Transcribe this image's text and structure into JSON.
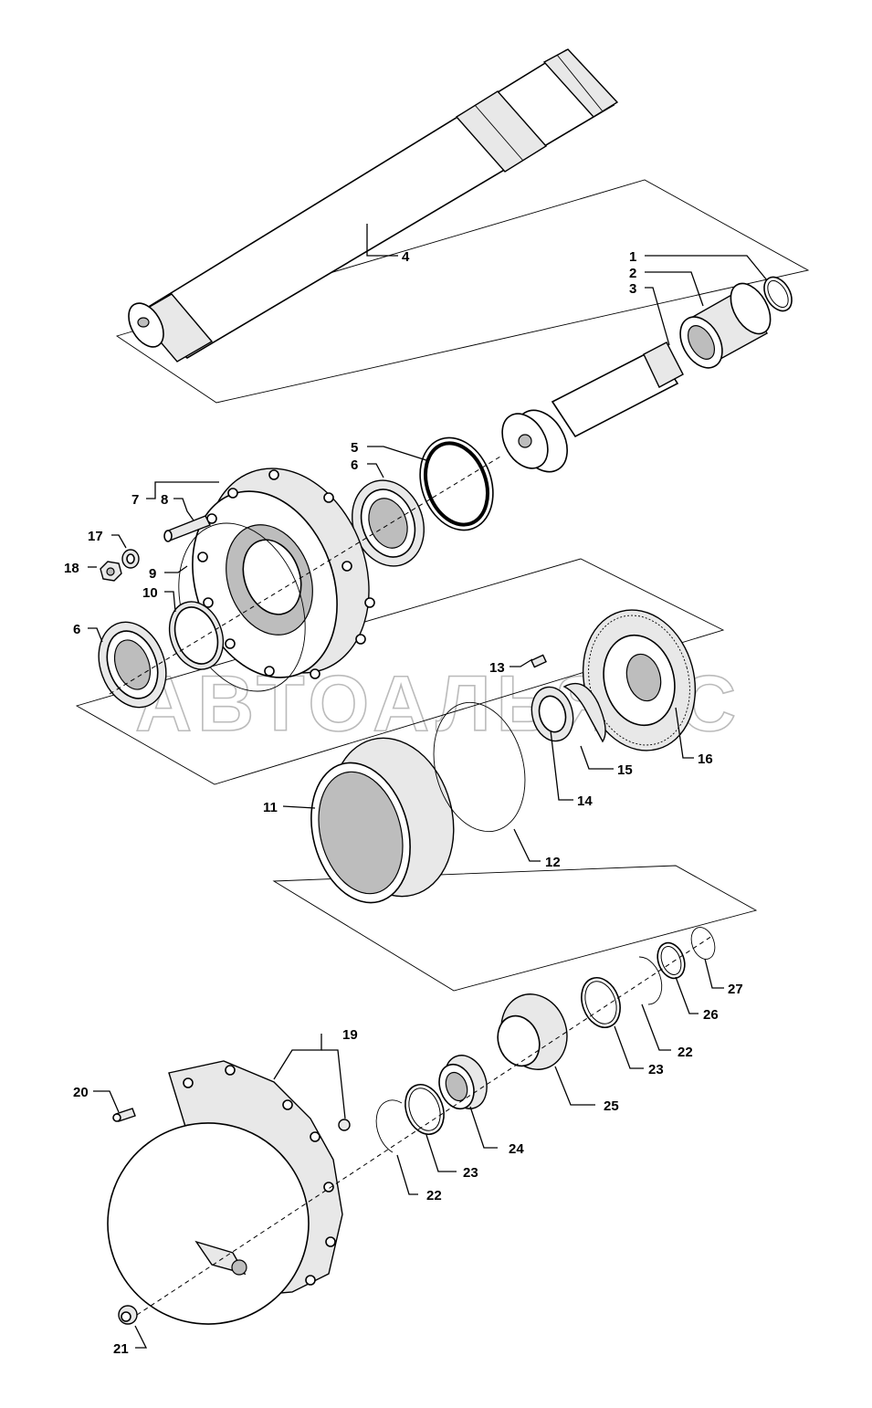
{
  "watermark": "АВТОАЛЬЯНС",
  "callouts": {
    "c1": "1",
    "c2": "2",
    "c3": "3",
    "c4": "4",
    "c5": "5",
    "c6a": "6",
    "c6b": "6",
    "c7": "7",
    "c8": "8",
    "c9": "9",
    "c10": "10",
    "c11": "11",
    "c12": "12",
    "c13": "13",
    "c14": "14",
    "c15": "15",
    "c16": "16",
    "c17": "17",
    "c18": "18",
    "c19": "19",
    "c20": "20",
    "c21": "21",
    "c22a": "22",
    "c22b": "22",
    "c23a": "23",
    "c23b": "23",
    "c24": "24",
    "c25": "25",
    "c26": "26",
    "c27": "27"
  }
}
